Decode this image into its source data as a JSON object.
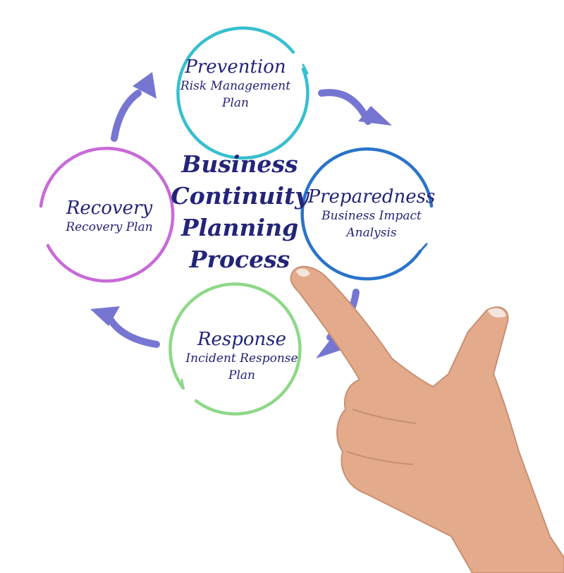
{
  "title_lines": [
    "Business",
    "Continuity",
    "Planning",
    "Process"
  ],
  "nodes": [
    {
      "id": "prevention",
      "title": "Prevention",
      "subtitle_lines": [
        "Risk Management",
        "Plan"
      ],
      "color": "#37bfcf"
    },
    {
      "id": "preparedness",
      "title": "Preparedness",
      "subtitle_lines": [
        "Business Impact",
        "Analysis"
      ],
      "color": "#2a74c9"
    },
    {
      "id": "response",
      "title": "Response",
      "subtitle_lines": [
        "Incident Response",
        "Plan"
      ],
      "color": "#8ed888"
    },
    {
      "id": "recovery",
      "title": "Recovery",
      "subtitle_lines": [
        "Recovery Plan"
      ],
      "color": "#c86ad8"
    }
  ],
  "colors": {
    "text": "#24247a",
    "arrow": "#7676d2"
  }
}
